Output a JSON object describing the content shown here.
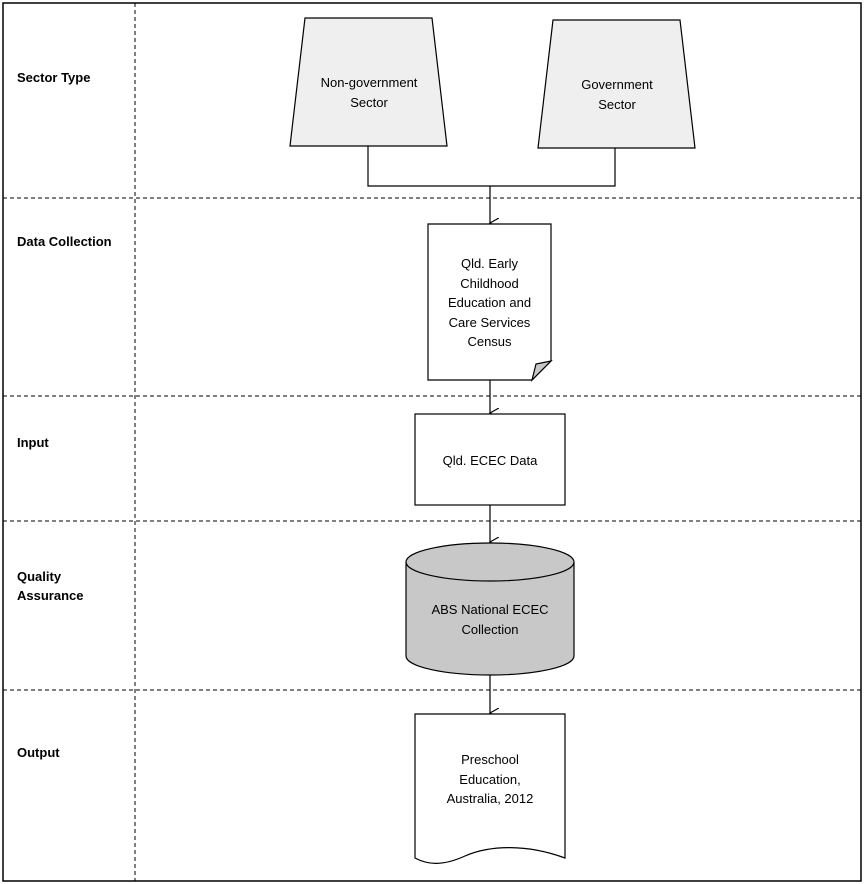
{
  "lanes": [
    {
      "label": "Sector Type"
    },
    {
      "label": "Data Collection"
    },
    {
      "label": "Input"
    },
    {
      "label": "Quality\nAssurance"
    },
    {
      "label": "Output"
    }
  ],
  "nodes": {
    "non_government": {
      "label": "Non-government\nSector",
      "shape": "manual-operation"
    },
    "government": {
      "label": "Government\nSector",
      "shape": "manual-operation"
    },
    "census": {
      "label": "Qld. Early\nChildhood\nEducation and\nCare Services\nCensus",
      "shape": "document-folded-corner"
    },
    "ecec_data": {
      "label": "Qld. ECEC Data",
      "shape": "process"
    },
    "abs_collection": {
      "label": "ABS National ECEC\nCollection",
      "shape": "database"
    },
    "output_doc": {
      "label": "Preschool\nEducation,\nAustralia, 2012",
      "shape": "document"
    }
  },
  "colors": {
    "trapezoid_fill": "#efefef",
    "database_fill": "#c8c8c8",
    "stroke": "#000000",
    "lane_divider": "#000000"
  }
}
